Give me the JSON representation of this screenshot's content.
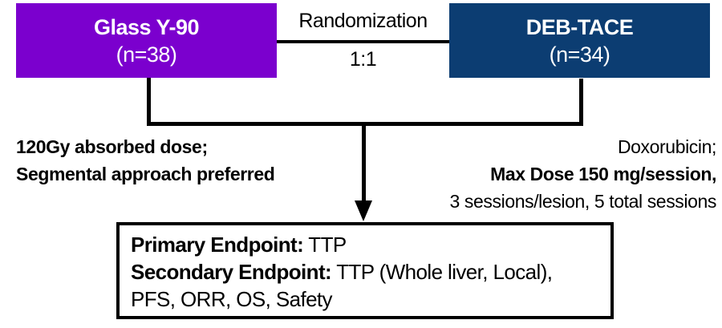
{
  "colors": {
    "purple": "#7B00CE",
    "navy": "#0C3D72",
    "line": "#000000",
    "text": "#000000"
  },
  "arms": {
    "left": {
      "title": "Glass Y-90",
      "n": "(n=38)"
    },
    "right": {
      "title": "DEB-TACE",
      "n": "(n=34)"
    }
  },
  "randomization": {
    "label": "Randomization",
    "ratio": "1:1"
  },
  "left_note": {
    "line1": "120Gy absorbed dose;",
    "line2": "Segmental approach preferred"
  },
  "right_note": {
    "line1": "Doxorubicin;",
    "line2": "Max Dose 150 mg/session,",
    "line3": "3 sessions/lesion, 5 total sessions"
  },
  "endpoints": {
    "primary_label": "Primary Endpoint:",
    "primary_value": " TTP",
    "secondary_label": "Secondary Endpoint:",
    "secondary_value": " TTP (Whole liver, Local),",
    "tertiary_line": "PFS, ORR, OS, Safety"
  }
}
